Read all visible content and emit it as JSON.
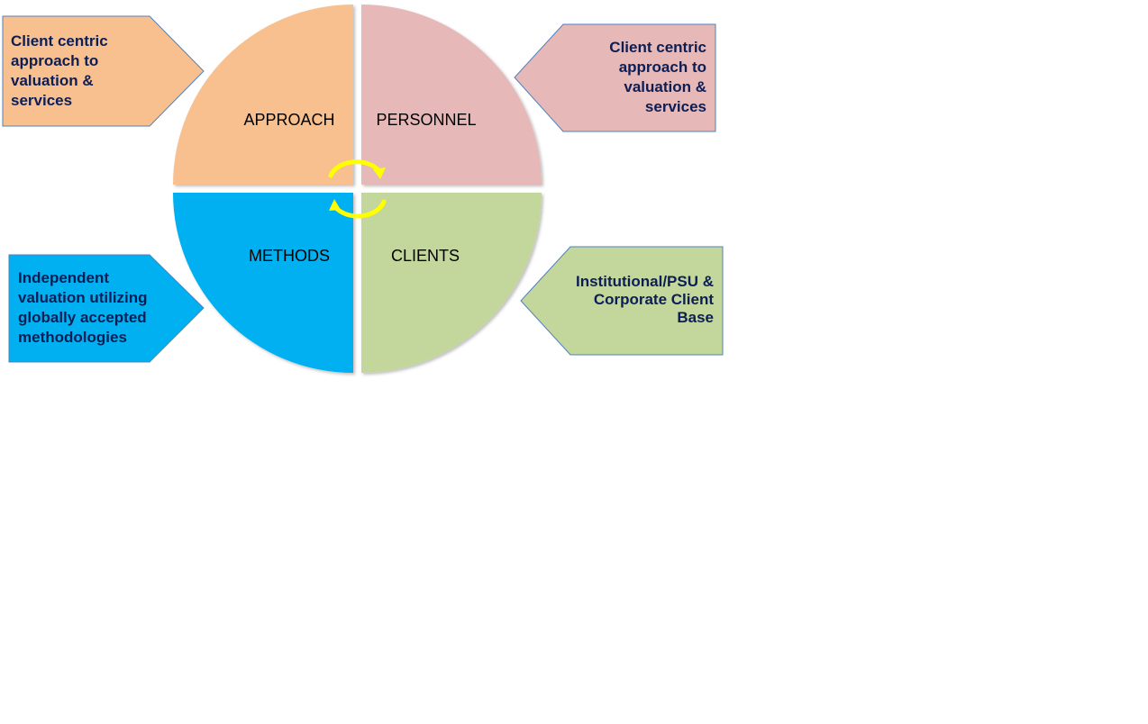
{
  "quadrants": {
    "approach": {
      "label": "APPROACH",
      "color": "#f9c08f"
    },
    "personnel": {
      "label": "PERSONNEL",
      "color": "#e6b8b7"
    },
    "methods": {
      "label": "METHODS",
      "color": "#00b0f0"
    },
    "clients": {
      "label": "CLIENTS",
      "color": "#c3d69b"
    }
  },
  "callouts": {
    "approach": {
      "text": "Client centric\napproach to\nvaluation &\nservices",
      "color": "#f9c08f",
      "direction": "right"
    },
    "personnel": {
      "text": "Client centric\napproach to\nvaluation &\nservices",
      "color": "#e6b8b7",
      "direction": "left"
    },
    "methods": {
      "text": "Independent\nvaluation utilizing\nglobally accepted\nmethodologies",
      "color": "#00b0f0",
      "direction": "right"
    },
    "clients": {
      "text": "Institutional/PSU &\nCorporate Client\nBase",
      "color": "#c3d69b",
      "direction": "left"
    }
  },
  "cycle_arrows": {
    "color": "#ffff00",
    "icon": "cycle-arrows-icon"
  },
  "border_color": "#4f81bd",
  "text_color": "#0b1e55"
}
